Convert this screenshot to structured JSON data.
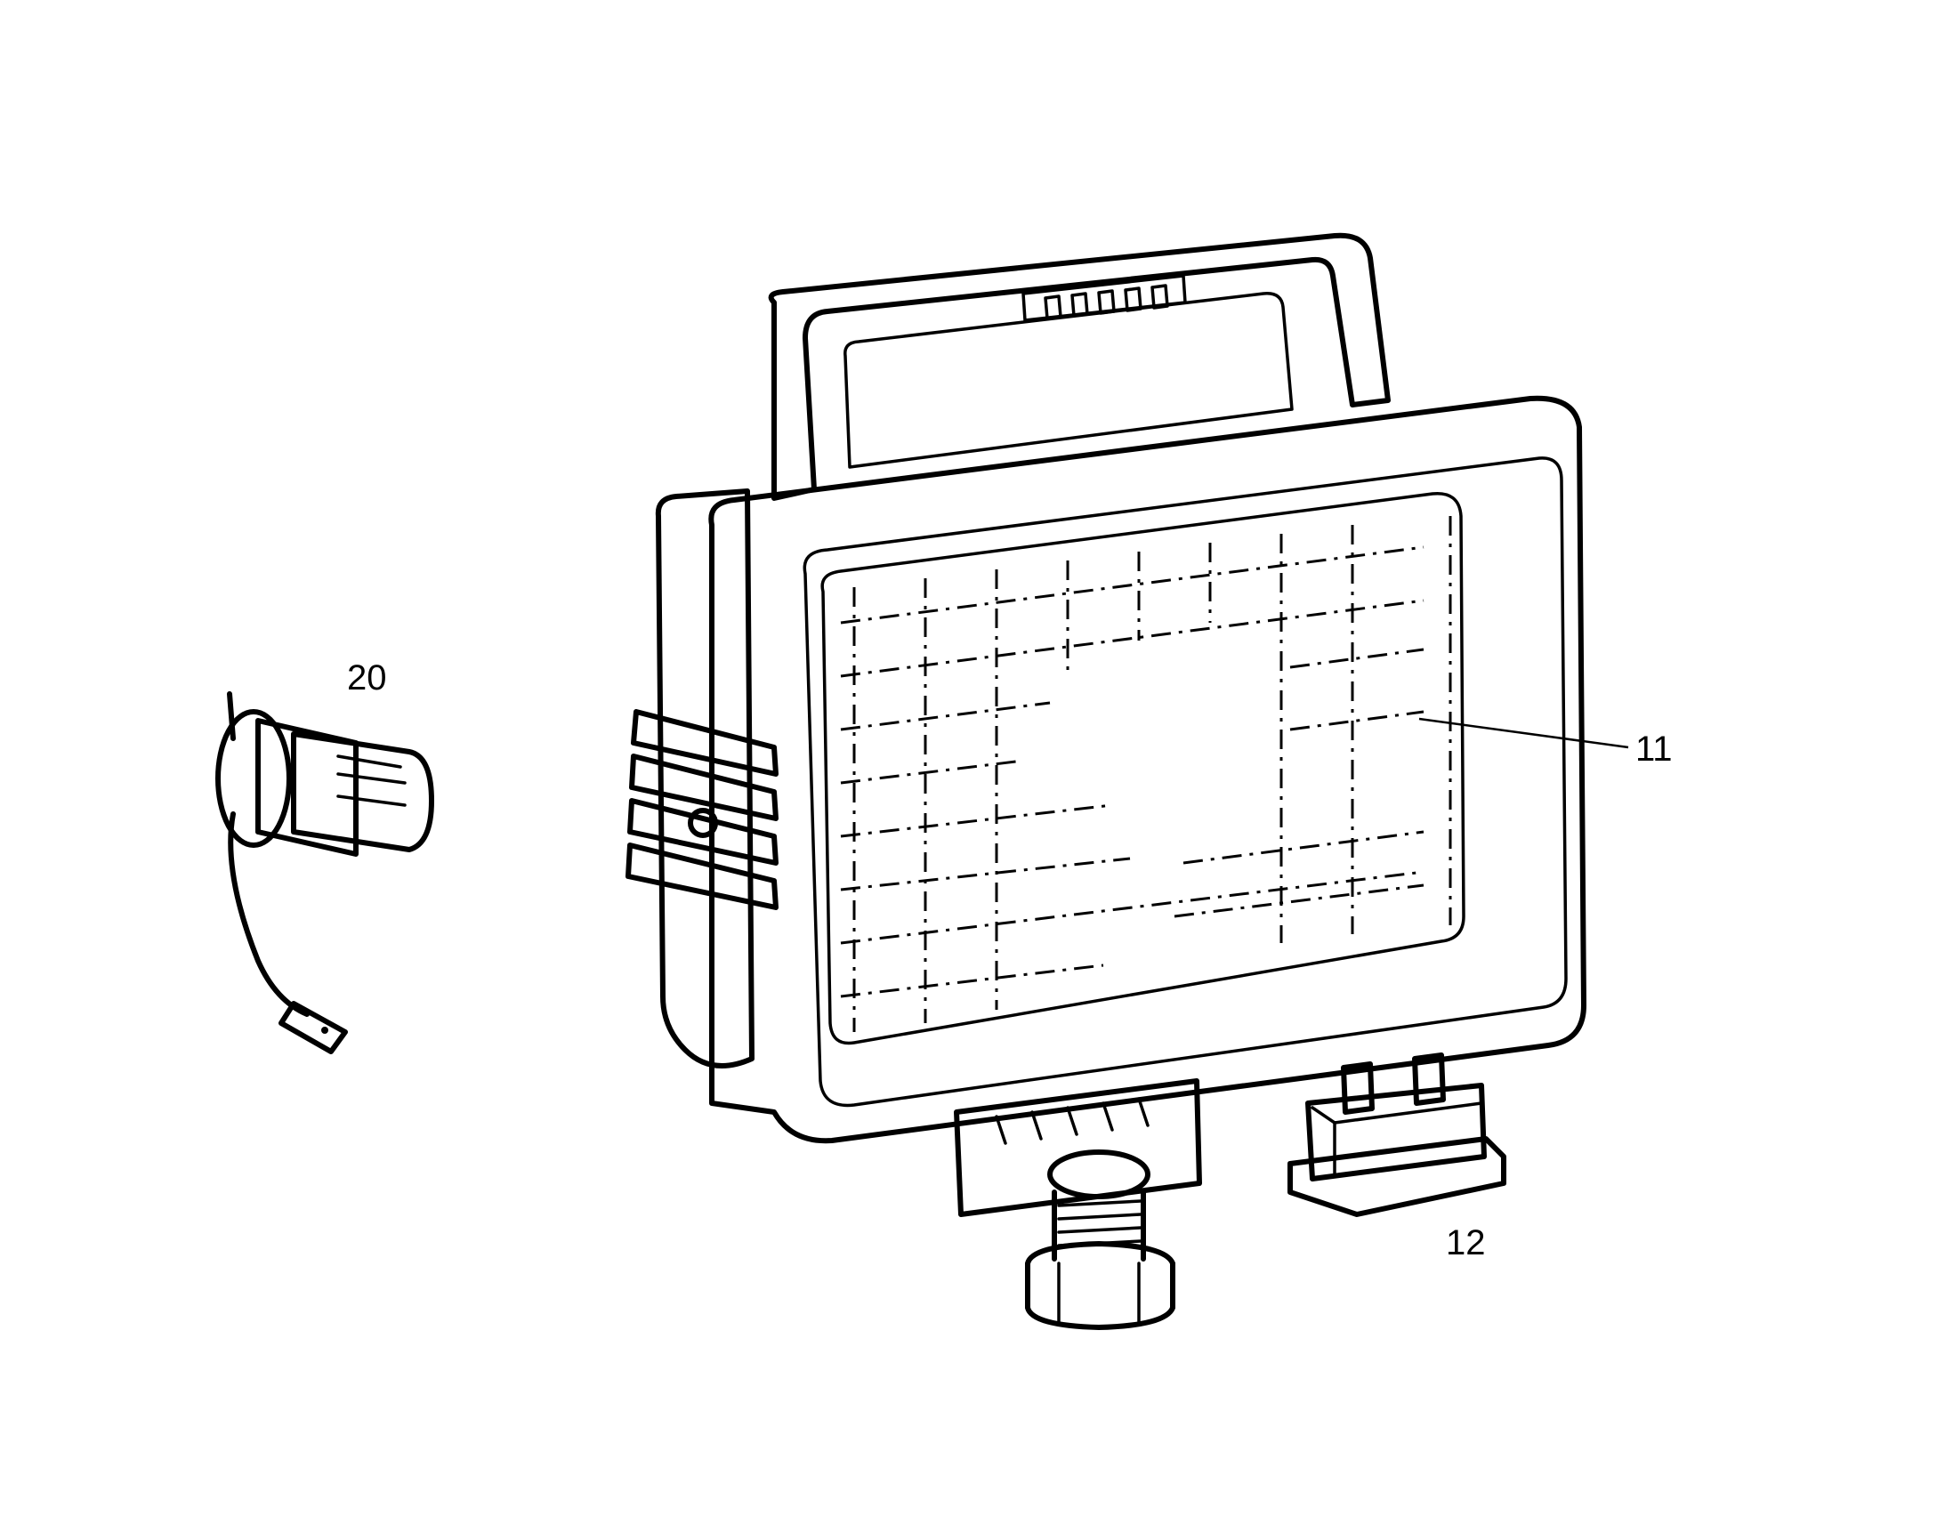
{
  "callouts": [
    {
      "id": "bulb",
      "label": "20"
    },
    {
      "id": "lens",
      "label": "11"
    },
    {
      "id": "switch",
      "label": "12"
    }
  ],
  "colors": {
    "ink": "#000000",
    "paper": "#ffffff"
  }
}
